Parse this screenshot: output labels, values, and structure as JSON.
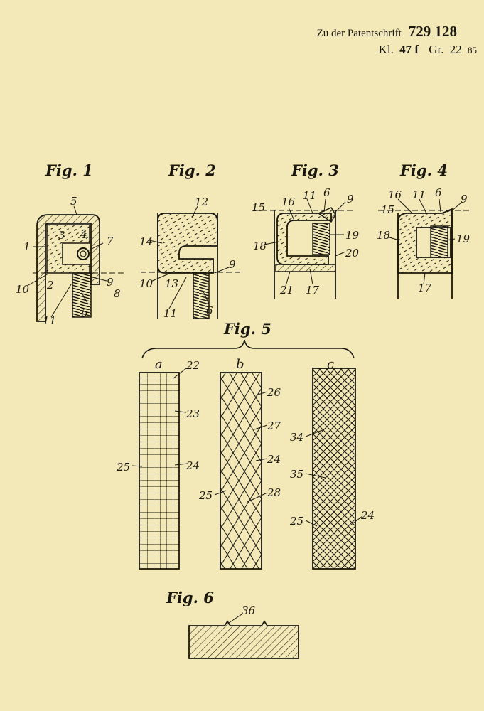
{
  "header": {
    "prefix": "Zu der Patentschrift",
    "number": "729 128",
    "klasse_label": "Kl.",
    "klasse_value": "47 f",
    "gruppe_label": "Gr.",
    "gruppe_value": "22",
    "gruppe_sub": "85"
  },
  "figures": {
    "fig1": {
      "title": "Fig. 1",
      "labels": [
        "5",
        "3",
        "4",
        "7",
        "1",
        "10",
        "2",
        "9",
        "8",
        "11",
        "6"
      ]
    },
    "fig2": {
      "title": "Fig. 2",
      "labels": [
        "12",
        "14",
        "9",
        "10",
        "13",
        "11",
        "6"
      ]
    },
    "fig3": {
      "title": "Fig. 3",
      "labels": [
        "11",
        "6",
        "9",
        "15",
        "16",
        "19",
        "18",
        "20",
        "21",
        "17"
      ]
    },
    "fig4": {
      "title": "Fig. 4",
      "labels": [
        "16",
        "11",
        "6",
        "9",
        "15",
        "19",
        "18",
        "17"
      ]
    },
    "fig5": {
      "title": "Fig. 5",
      "a": {
        "letter": "a",
        "labels": [
          "22",
          "23",
          "25",
          "24"
        ]
      },
      "b": {
        "letter": "b",
        "labels": [
          "26",
          "27",
          "24",
          "28",
          "25"
        ]
      },
      "c": {
        "letter": "c",
        "labels": [
          "34",
          "35",
          "25",
          "24"
        ]
      }
    },
    "fig6": {
      "title": "Fig. 6",
      "labels": [
        "36"
      ]
    }
  },
  "colors": {
    "paper": "#f3e9b8",
    "ink": "#1a1710",
    "seal_fill": "#e8d79a"
  }
}
